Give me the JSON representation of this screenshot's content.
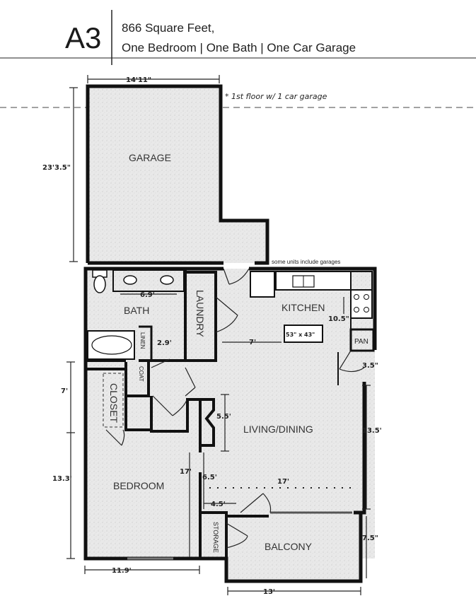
{
  "header": {
    "plan_id": "A3",
    "area": "866 Square Feet,",
    "rooms": "One Bedroom | One Bath | One Car Garage"
  },
  "notes": {
    "first_floor": "* 1st floor w/ 1 car garage",
    "garages": "some units include garages"
  },
  "rooms": {
    "garage": "GARAGE",
    "bath": "BATH",
    "laundry": "LAUNDRY",
    "kitchen": "KITCHEN",
    "linen": "LINEN",
    "coat": "COAT",
    "closet": "CLOSET",
    "living": "LIVING/DINING",
    "bedroom": "BEDROOM",
    "storage": "STORAGE",
    "balcony": "BALCONY",
    "pan": "PAN"
  },
  "dimensions": {
    "garage_width": "14'11\"",
    "garage_depth": "23'3.5\"",
    "bath_width": "6.9'",
    "linen": "2.9'",
    "kitchen_depth": "10.5\"",
    "island_dist": "7'",
    "island_size": "53\" x 43\"",
    "pan_depth": "3.5\"",
    "closet": "7'",
    "fireplace": "5.5'",
    "living_depth": "13.5'",
    "bedroom_depth": "13.3'",
    "bedroom_height": "17'",
    "living_width": "17'",
    "living_offset": "6.5'",
    "storage_width": "4.5'",
    "balcony_depth": "7.5\"",
    "bedroom_width": "11.9'",
    "balcony_width": "13'"
  }
}
